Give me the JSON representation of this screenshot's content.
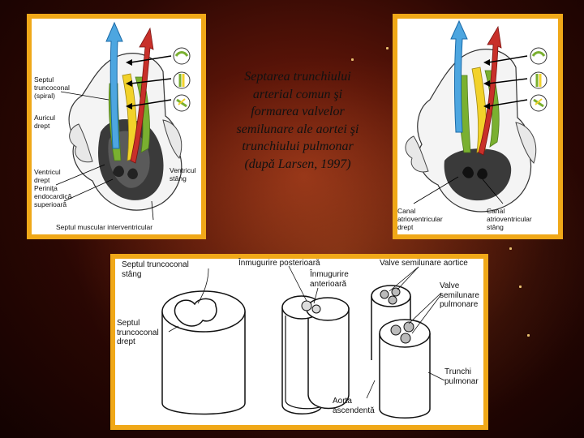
{
  "caption": "Septarea trunchiului\narterial comun şi\nformarea valvelor\nsemilunare ale aortei şi\ntrunchiului pulmonar\n(după Larsen, 1997)",
  "left_panel": {
    "septul_truncoconal": "Septul\ntruncoconal\n(spiral)",
    "auricul_drept": "Auricul\ndrept",
    "ventricul_drept": "Ventricul\ndrept",
    "perinita": "Periniţa\nendocardică\nsuperioară",
    "ventricul_stang": "Ventricul\nstâng",
    "septul_muscular": "Septul muscular interventricular"
  },
  "right_panel": {
    "canal_drept": "Canal\natrioventricular\ndrept",
    "canal_stang": "Canal\natrioventricular\nstâng"
  },
  "bottom_panel": {
    "septul_stang": "Septul truncoconal\nstâng",
    "septul_drept": "Septul\ntruncoconal\ndrept",
    "inmugurire_posterioara": "Înmugurire posterioară",
    "inmugurire_anterioara": "Înmugurire\nanterioară",
    "valve_aortice": "Valve semilunare aortice",
    "valve_pulmonare": "Valve\nsemilunare\npulmonare",
    "trunchi_pulmonar": "Trunchi\npulmonar",
    "aorta_ascendenta": "Aorta\nascendentă"
  },
  "colors": {
    "background": "#3a0a04",
    "frame": "#f0a818",
    "arrow_blue": "#4da6e0",
    "arrow_red": "#c8302a",
    "green": "#7ab030",
    "yellow": "#f2d22a",
    "chamber_dark": "#333333"
  }
}
